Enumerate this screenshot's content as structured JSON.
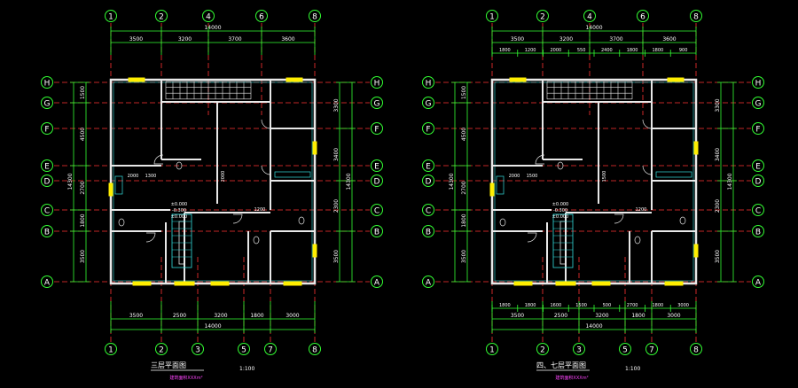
{
  "colors": {
    "background": "#000000",
    "axis_line": "#ff3333",
    "dimension": "#33ff33",
    "wall": "#e8e8e8",
    "inner_line": "#33dddd",
    "window": "#ffee00",
    "bubble": "#33ff33",
    "text": "#ffffff",
    "caption_sub": "#ff44ff"
  },
  "plans": [
    {
      "id": "left",
      "top_bubbles": [
        "1",
        "2",
        "4",
        "6",
        "8"
      ],
      "bottom_bubbles": [
        "1",
        "2",
        "3",
        "5",
        "7",
        "8"
      ],
      "side_bubbles": [
        "H",
        "G",
        "F",
        "E",
        "D",
        "C",
        "B",
        "A"
      ],
      "total_top": "14000",
      "total_bottom": "14000",
      "top_dims": [
        "3500",
        "3200",
        "3700",
        "3600"
      ],
      "bottom_dims": [
        "3500",
        "2500",
        "3200",
        "1800",
        "3000"
      ],
      "left_dims": [
        "1500",
        "4500",
        "2700",
        "1800",
        "3500"
      ],
      "left_total": "14300",
      "right_dims": [
        "3300",
        "3400",
        "2300",
        "3500"
      ],
      "right_total": "14300",
      "inner_dims": [
        "2000",
        "1300",
        "2000",
        "1200"
      ],
      "elev": [
        "±0.000",
        "-0.300",
        "±0.000"
      ],
      "caption": "三层平面图",
      "scale": "1:100",
      "caption_sub": "建筑面积XXXm²"
    },
    {
      "id": "right",
      "top_bubbles": [
        "1",
        "2",
        "4",
        "6",
        "8"
      ],
      "bottom_bubbles": [
        "1",
        "2",
        "3",
        "5",
        "7",
        "8"
      ],
      "side_bubbles": [
        "H",
        "G",
        "F",
        "E",
        "D",
        "C",
        "B",
        "A"
      ],
      "total_top": "14000",
      "total_bottom": "14000",
      "top_dims": [
        "3500",
        "3200",
        "3700",
        "3600"
      ],
      "top_sub_dims": [
        "1800",
        "1200",
        "2000",
        "550",
        "2400",
        "1800",
        "1800",
        "900"
      ],
      "bottom_dims": [
        "3500",
        "2500",
        "3200",
        "1800",
        "3000"
      ],
      "bottom_sub_dims": [
        "1800",
        "1800",
        "1600",
        "1500",
        "500",
        "2700",
        "1800",
        "3000"
      ],
      "left_dims": [
        "1500",
        "4500",
        "2700",
        "1800",
        "3500"
      ],
      "left_total": "14300",
      "right_dims": [
        "3300",
        "3400",
        "2300",
        "3500"
      ],
      "right_total": "14300",
      "inner_dims": [
        "2000",
        "1500",
        "1500",
        "1200"
      ],
      "elev": [
        "±0.000",
        "-0.300",
        "±0.000"
      ],
      "caption": "四、七层平面图",
      "scale": "1:100",
      "caption_sub": "建筑面积XXXm²"
    }
  ]
}
